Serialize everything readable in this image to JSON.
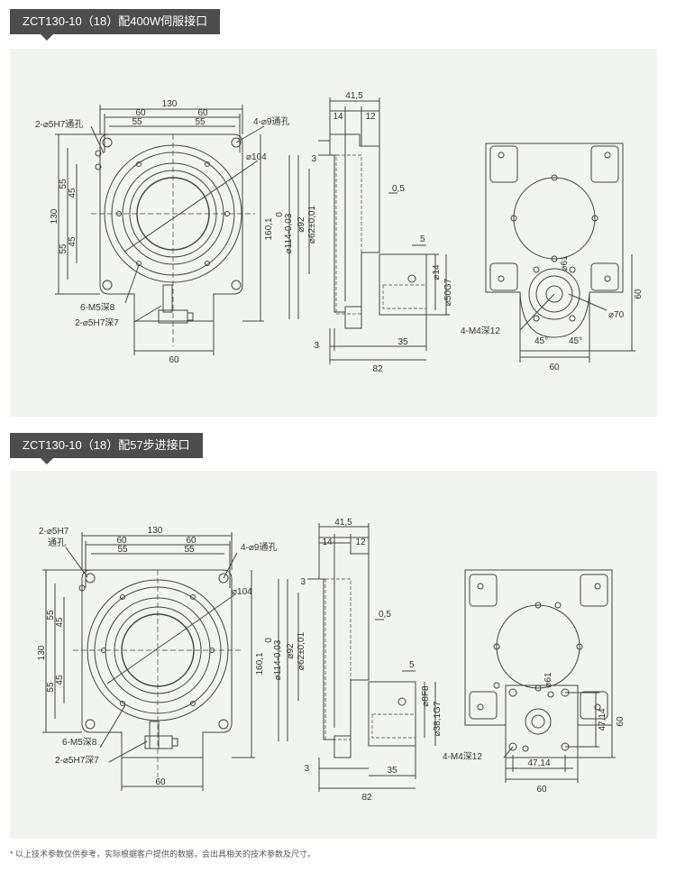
{
  "sections": [
    {
      "title": "ZCT130-10（18）配400W伺服接口",
      "front": {
        "d130": "130",
        "d60a": "60",
        "d60b": "60",
        "d55a": "55",
        "d55b": "55",
        "hole_label": "2-⌀5H7通孔",
        "thru_label": "4-⌀9通孔",
        "dia104": "⌀104",
        "v55a": "55",
        "v45a": "45",
        "v130": "130",
        "v55b": "55",
        "v45b": "45",
        "v1601": "160,1",
        "m5": "6-M5深8",
        "pin": "2-⌀5H7深7",
        "bottom60": "60"
      },
      "side": {
        "d415": "41,5",
        "d14": "14",
        "d12": "12",
        "d3a": "3",
        "d05": "0,5",
        "d0": "0",
        "d114": "⌀114-0,03",
        "d92": "⌀92",
        "d62": "⌀62±0,01",
        "d5": "5",
        "shaft": "⌀14",
        "bore": "⌀50G7",
        "d3b": "3",
        "d35": "35",
        "d82": "82"
      },
      "rear": {
        "m4": "4-M4深12",
        "pcd": "⌀70",
        "ang1": "45°",
        "ang2": "45°",
        "w60": "60",
        "h60": "60",
        "c": "⌀61"
      }
    },
    {
      "title": "ZCT130-10（18）配57步进接口",
      "front": {
        "d130": "130",
        "d60a": "60",
        "d60b": "60",
        "d55a": "55",
        "d55b": "55",
        "hole_label": "2-⌀5H7",
        "hole_label2": "通孔",
        "thru_label": "4-⌀9通孔",
        "dia104": "⌀104",
        "v55a": "55",
        "v45a": "45",
        "v130": "130",
        "v55b": "55",
        "v45b": "45",
        "v1601": "160,1",
        "m5": "6-M5深8",
        "pin": "2-⌀5H7深7",
        "bottom60": "60"
      },
      "side": {
        "d415": "41,5",
        "d14": "14",
        "d12": "12",
        "d3a": "3",
        "d05": "0,5",
        "d0": "0",
        "d114": "⌀114-0,03",
        "d92": "⌀92",
        "d62": "⌀62±0,01",
        "d5": "5",
        "shaft": "⌀8F8",
        "bore": "⌀38,1G7",
        "d3b": "3",
        "d35": "35",
        "d82": "82"
      },
      "rear": {
        "m4": "4-M4深12",
        "w4714": "47,14",
        "h4714": "47,14",
        "w60": "60",
        "h60": "60",
        "c": "⌀61"
      }
    }
  ],
  "footnote": "* 以上技术参数仅供参考，实际根据客户提供的数据，会出具相关的技术参数及尺寸。",
  "colors": {
    "panel": "#f2f4ef",
    "tag": "#4d4d4d",
    "line": "#444444"
  }
}
